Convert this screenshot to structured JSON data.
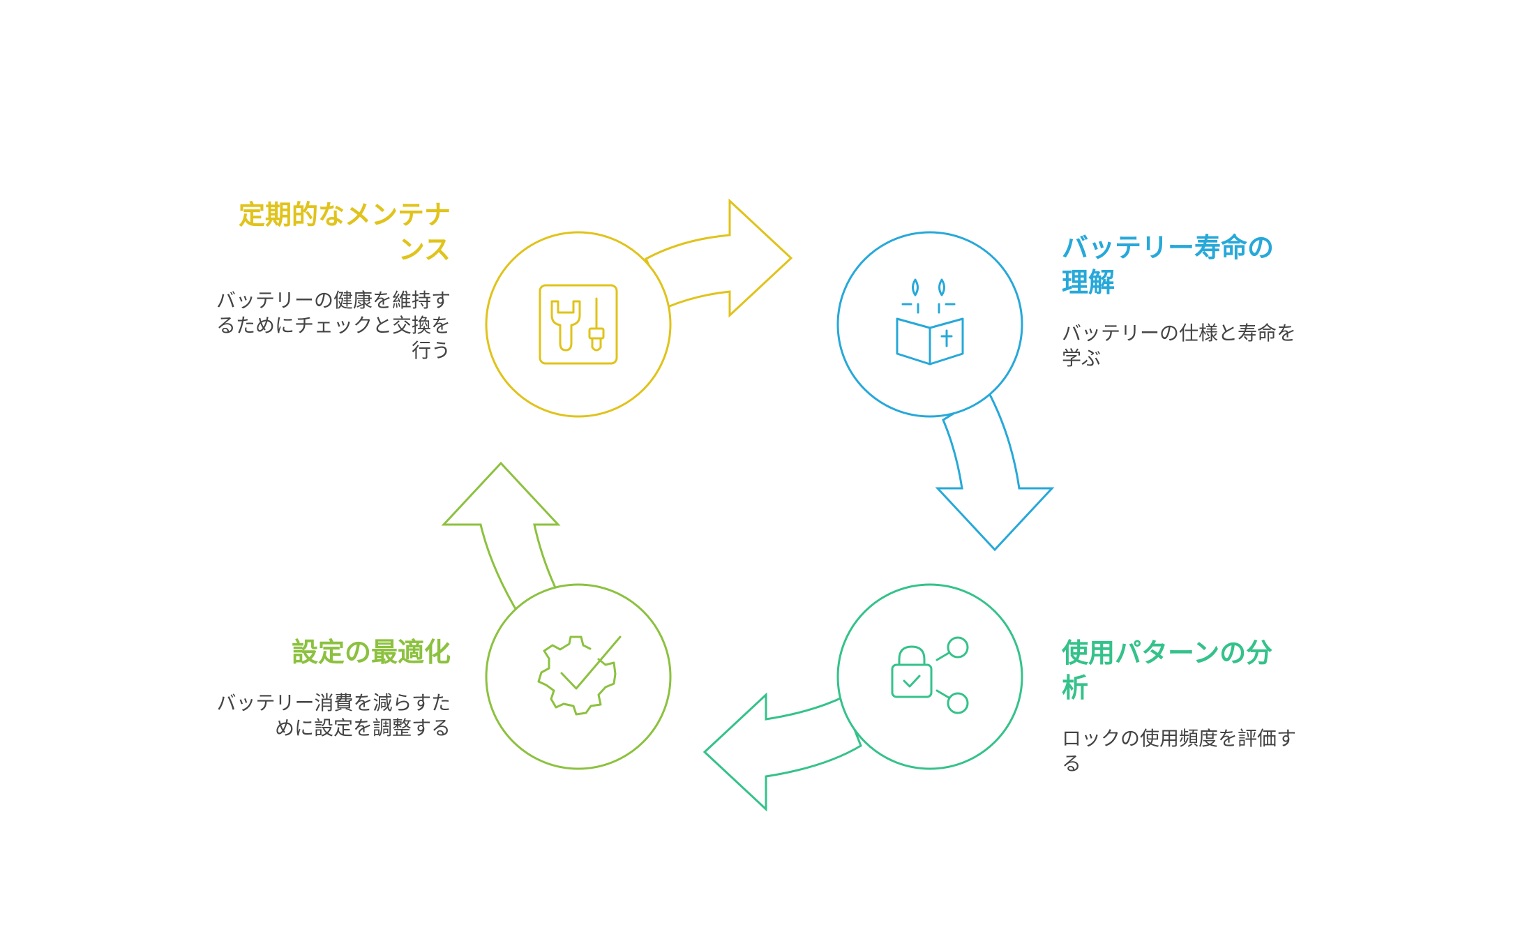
{
  "colors": {
    "maintenance": "#E0C31B",
    "understand": "#27A8D9",
    "analyze": "#34C28A",
    "optimize": "#8CC13F",
    "text": "#444444"
  },
  "steps": {
    "maintenance": {
      "title": "定期的なメンテナンス",
      "description": "バッテリーの健康を維持するためにチェックと交換を行う",
      "icon": "toolbox-icon"
    },
    "understand": {
      "title": "バッテリー寿命の理解",
      "description": "バッテリーの仕様と寿命を学ぶ",
      "icon": "open-book-icon"
    },
    "analyze": {
      "title": "使用パターンの分析",
      "description": "ロックの使用頻度を評価する",
      "icon": "lock-share-icon"
    },
    "optimize": {
      "title": "設定の最適化",
      "description": "バッテリー消費を減らすために設定を調整する",
      "icon": "gear-check-icon"
    }
  }
}
